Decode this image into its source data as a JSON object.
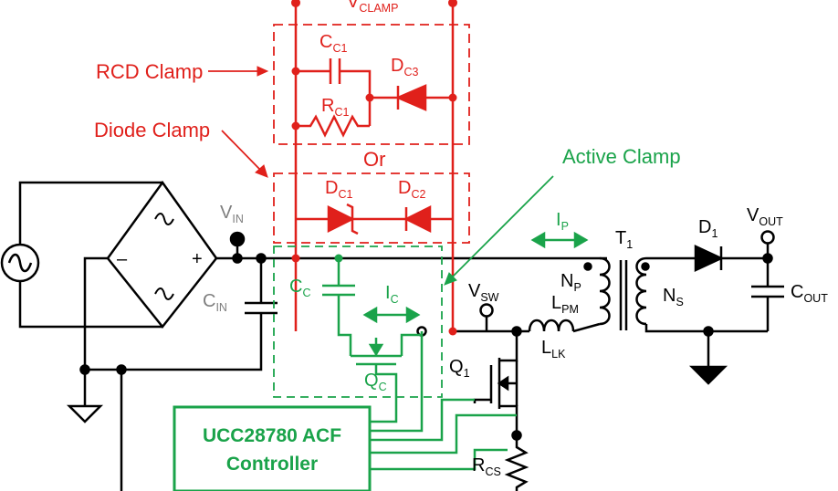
{
  "colors": {
    "black": "#000000",
    "red": "#e0201b",
    "green": "#1aa34a",
    "gray": "#7f7f7f"
  },
  "labels": {
    "vclamp": {
      "main": "V",
      "sub": "CLAMP"
    },
    "cc1": {
      "main": "C",
      "sub": "C1"
    },
    "dc3": {
      "main": "D",
      "sub": "C3"
    },
    "rc1": {
      "main": "R",
      "sub": "C1"
    },
    "rcd_clamp": "RCD Clamp",
    "diode_clamp": "Diode Clamp",
    "or": "Or",
    "dc1": {
      "main": "D",
      "sub": "C1"
    },
    "dc2": {
      "main": "D",
      "sub": "C2"
    },
    "active_clamp": "Active Clamp",
    "vin": {
      "main": "V",
      "sub": "IN"
    },
    "cin": {
      "main": "C",
      "sub": "IN"
    },
    "cc": {
      "main": "C",
      "sub": "C"
    },
    "ic": {
      "main": "I",
      "sub": "C"
    },
    "qc": {
      "main": "Q",
      "sub": "C"
    },
    "vsw": {
      "main": "V",
      "sub": "SW"
    },
    "ip": {
      "main": "I",
      "sub": "P"
    },
    "np": {
      "main": "N",
      "sub": "P"
    },
    "lpm": {
      "main": "L",
      "sub": "PM"
    },
    "llk": {
      "main": "L",
      "sub": "LK"
    },
    "t1": {
      "main": "T",
      "sub": "1"
    },
    "ns": {
      "main": "N",
      "sub": "S"
    },
    "d1": {
      "main": "D",
      "sub": "1"
    },
    "vout": {
      "main": "V",
      "sub": "OUT"
    },
    "cout": {
      "main": "C",
      "sub": "OUT"
    },
    "q1": {
      "main": "Q",
      "sub": "1"
    },
    "rcs": {
      "main": "R",
      "sub": "CS"
    },
    "bridge_minus": "–",
    "bridge_plus": "+"
  },
  "controller": {
    "line1": "UCC28780 ACF",
    "line2": "Controller"
  }
}
